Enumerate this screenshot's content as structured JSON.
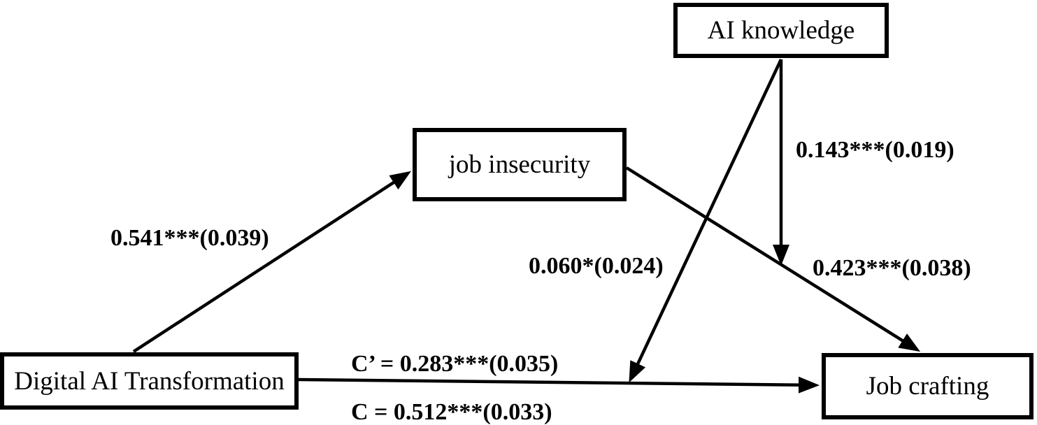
{
  "diagram": {
    "type": "path-model",
    "colors": {
      "background": "#ffffff",
      "line": "#000000",
      "box_border": "#000000",
      "text": "#000000"
    },
    "nodes": {
      "ai_knowledge": {
        "label": "AI knowledge"
      },
      "job_insecurity": {
        "label": "job insecurity"
      },
      "digital_ai_transformation": {
        "label": "Digital AI Transformation"
      },
      "job_crafting": {
        "label": "Job crafting"
      }
    },
    "paths": {
      "dat_to_job_insecurity": {
        "from": "digital_ai_transformation",
        "to": "job_insecurity",
        "label": "0.541***(0.039)"
      },
      "job_insecurity_to_job_crafting": {
        "from": "job_insecurity",
        "to": "job_crafting",
        "label": "0.423***(0.038)"
      },
      "ai_knowledge_moderates_mediator_path": {
        "from": "ai_knowledge",
        "to": "job_insecurity_to_job_crafting path",
        "label": "0.143***(0.019)"
      },
      "ai_knowledge_moderates_direct_path": {
        "from": "ai_knowledge",
        "to": "dat_to_job_crafting path",
        "label": "0.060*(0.024)"
      },
      "dat_to_job_crafting_direct": {
        "from": "digital_ai_transformation",
        "to": "job_crafting",
        "label": "C’ = 0.283***(0.035)"
      },
      "dat_to_job_crafting_total": {
        "from": "digital_ai_transformation",
        "to": "job_crafting",
        "label": "C = 0.512***(0.033)"
      }
    }
  }
}
